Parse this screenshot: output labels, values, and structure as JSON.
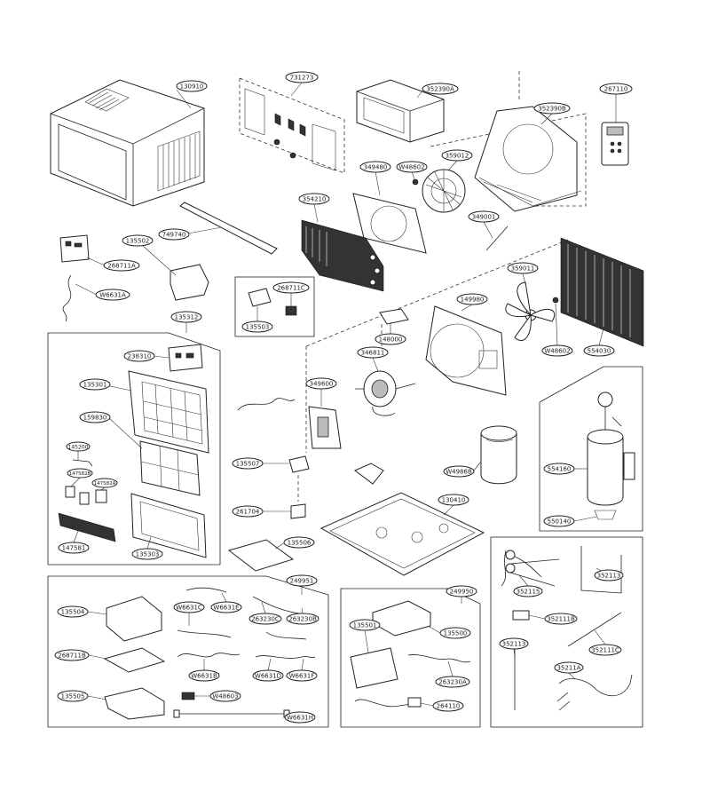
{
  "labels": {
    "l130910": "130910",
    "l731273": "731273",
    "l352390A": "352390A",
    "l267110": "267110",
    "l352390B": "352390B",
    "l349480": "349480",
    "lW48602a": "W48602",
    "l359012": "359012",
    "l354210": "354210",
    "l749740": "749740",
    "l135502": "135502",
    "l268711A": "268711A",
    "lW6631A": "W6631A",
    "l349001": "349001",
    "l268711C": "268711C",
    "l135503": "135503",
    "l359011": "359011",
    "l149980": "149980",
    "l148000": "148000",
    "lW48602b": "W48602",
    "l554030": "554030",
    "l135312": "135312",
    "l238310": "238310",
    "l135301": "135301",
    "l159830": "159830",
    "l145200": "145200",
    "l147582B": "147582B",
    "l147582A": "147582A",
    "l147581": "147581",
    "l135303": "135303",
    "l346811": "346811",
    "l349600": "349600",
    "l135507": "135507",
    "l261704": "261704",
    "l135506": "135506",
    "lW4986B": "W4986B",
    "l130410": "130410",
    "l554160": "554160",
    "l550140": "550140",
    "l249951": "249951",
    "l135504": "135504",
    "lW6631C": "W6631C",
    "lW6631E": "W6631E",
    "l263230C": "263230C",
    "l263230B": "263230B",
    "l268711B": "268711B",
    "lW6631B": "W6631B",
    "lW6631D": "W6631D",
    "l135505": "135505",
    "lW48603": "W48603",
    "lW6631F": "W6631F",
    "lW6631H": "W6631H",
    "l249950": "249950",
    "l135501": "135501",
    "l135500": "135500",
    "l263230A": "263230A",
    "l264110": "264110",
    "l352115": "352115",
    "l352113": "352113",
    "l352111B": "352111B",
    "l352111C": "352111C",
    "l352113b": "352113",
    "l35211A": "35211A"
  }
}
